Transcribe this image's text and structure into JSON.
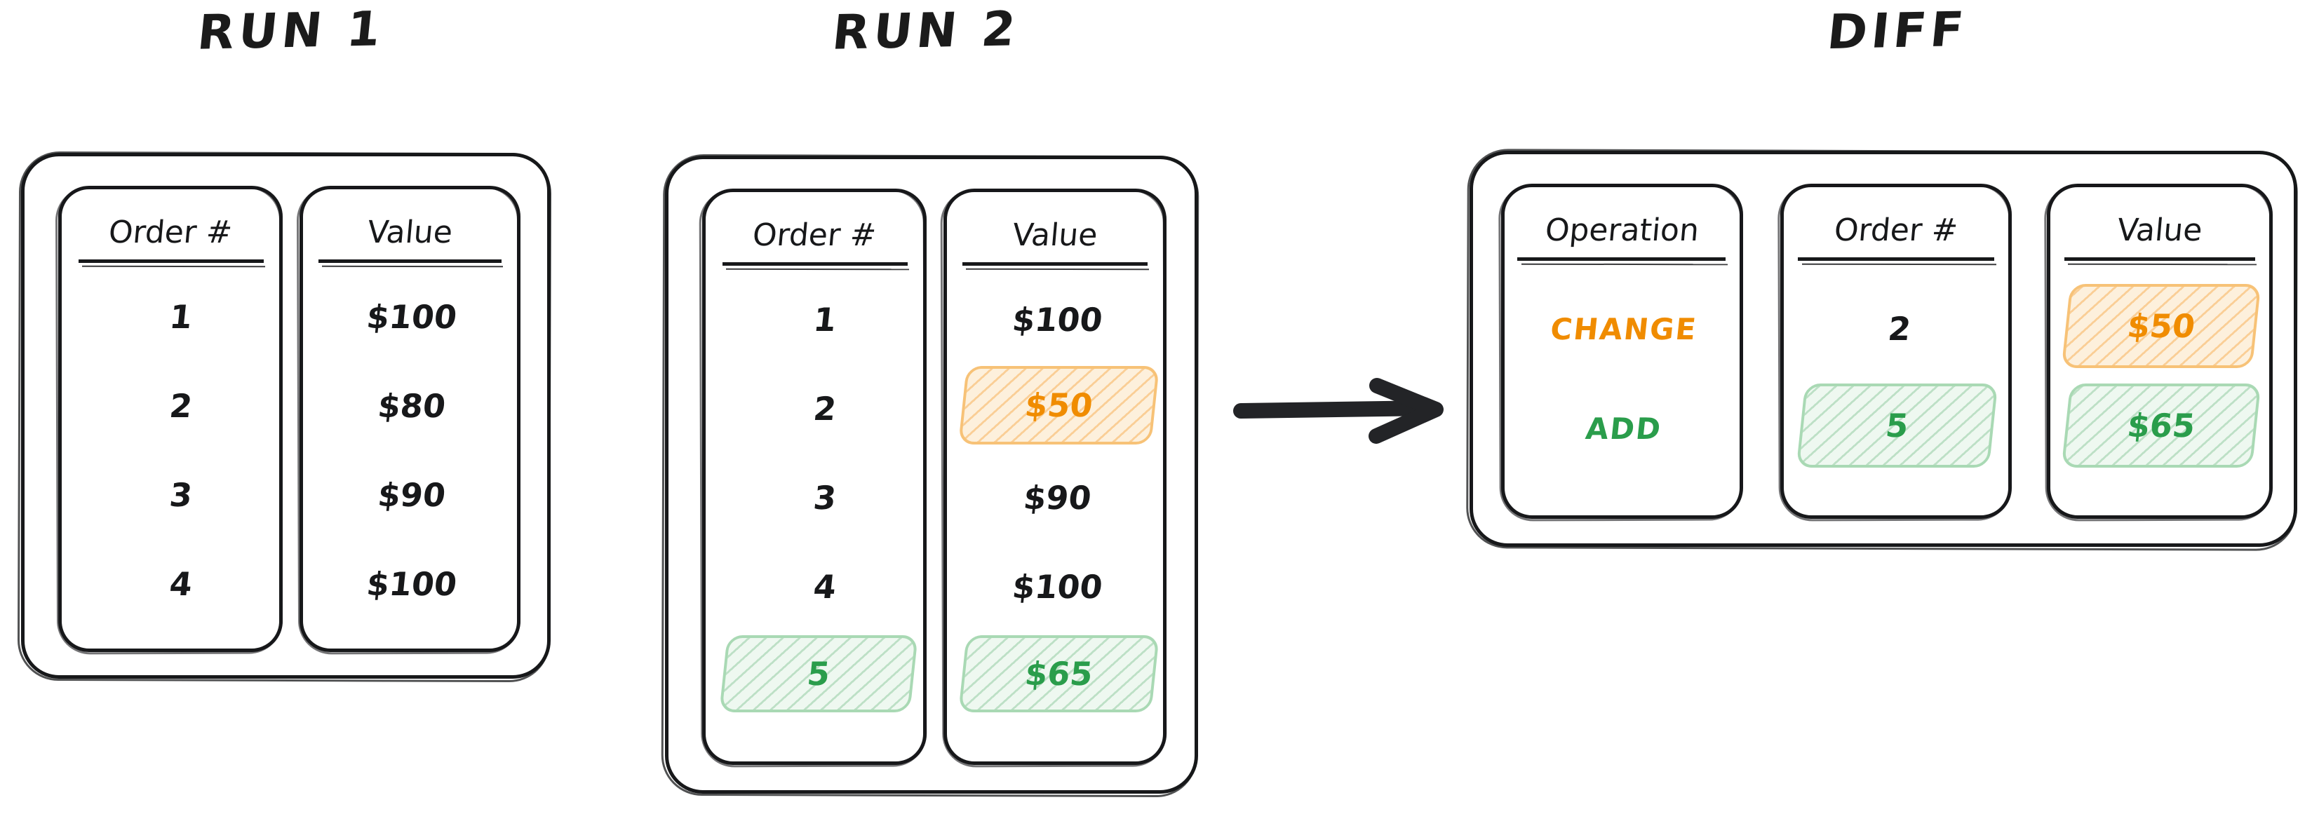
{
  "diagram": {
    "title_style": "hand-drawn whiteboard sketch",
    "accent_colors": {
      "ink": "#17181a",
      "change_orange": "#f08c00",
      "add_green": "#2a9d4b",
      "orange_chip_border": "#f7c277",
      "green_chip_border": "#a9d9b4",
      "background": "#ffffff"
    }
  },
  "panels": [
    {
      "id": "run1",
      "title": "RUN 1",
      "columns": [
        {
          "id": "run1-order",
          "header": "Order #",
          "cells": [
            {
              "text": "1",
              "highlight": "none"
            },
            {
              "text": "2",
              "highlight": "none"
            },
            {
              "text": "3",
              "highlight": "none"
            },
            {
              "text": "4",
              "highlight": "none"
            }
          ]
        },
        {
          "id": "run1-value",
          "header": "Value",
          "cells": [
            {
              "text": "$100",
              "highlight": "none"
            },
            {
              "text": "$80",
              "highlight": "none"
            },
            {
              "text": "$90",
              "highlight": "none"
            },
            {
              "text": "$100",
              "highlight": "none"
            }
          ]
        }
      ]
    },
    {
      "id": "run2",
      "title": "RUN 2",
      "columns": [
        {
          "id": "run2-order",
          "header": "Order #",
          "cells": [
            {
              "text": "1",
              "highlight": "none"
            },
            {
              "text": "2",
              "highlight": "none"
            },
            {
              "text": "3",
              "highlight": "none"
            },
            {
              "text": "4",
              "highlight": "none"
            },
            {
              "text": "5",
              "highlight": "green"
            }
          ]
        },
        {
          "id": "run2-value",
          "header": "Value",
          "cells": [
            {
              "text": "$100",
              "highlight": "none"
            },
            {
              "text": "$50",
              "highlight": "orange"
            },
            {
              "text": "$90",
              "highlight": "none"
            },
            {
              "text": "$100",
              "highlight": "none"
            },
            {
              "text": "$65",
              "highlight": "green"
            }
          ]
        }
      ]
    },
    {
      "id": "diff",
      "title": "DIFF",
      "columns": [
        {
          "id": "diff-operation",
          "header": "Operation",
          "cells": [
            {
              "text": "CHANGE",
              "highlight": "none",
              "color": "change"
            },
            {
              "text": "ADD",
              "highlight": "none",
              "color": "add"
            }
          ]
        },
        {
          "id": "diff-order",
          "header": "Order #",
          "cells": [
            {
              "text": "2",
              "highlight": "none"
            },
            {
              "text": "5",
              "highlight": "green"
            }
          ]
        },
        {
          "id": "diff-value",
          "header": "Value",
          "cells": [
            {
              "text": "$50",
              "highlight": "orange"
            },
            {
              "text": "$65",
              "highlight": "green"
            }
          ]
        }
      ]
    }
  ],
  "connector": {
    "id": "run2-to-diff-arrow",
    "kind": "arrow-right"
  }
}
